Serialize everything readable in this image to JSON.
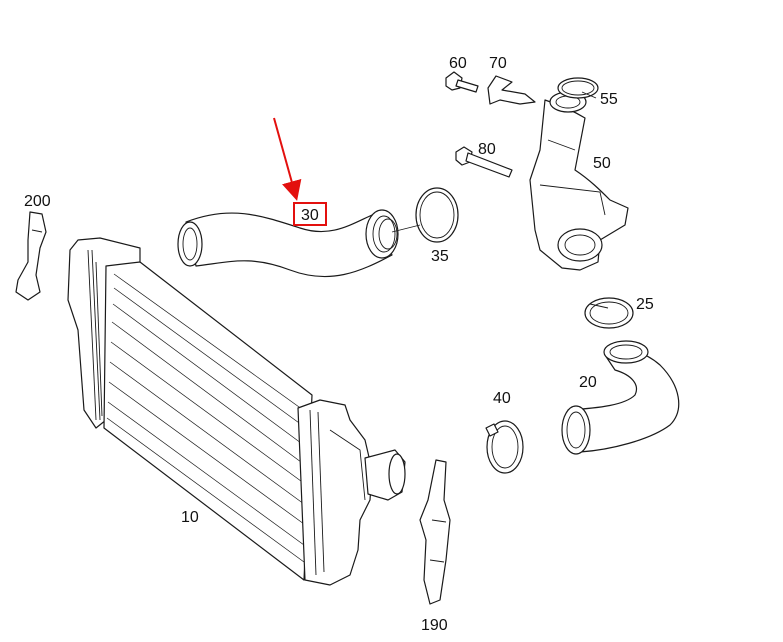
{
  "diagram": {
    "highlight_color": "#e3100e",
    "highlighted_part": "30",
    "callouts": {
      "c10": "10",
      "c20": "20",
      "c25": "25",
      "c30": "30",
      "c35": "35",
      "c40": "40",
      "c50": "50",
      "c55": "55",
      "c60": "60",
      "c70": "70",
      "c80": "80",
      "c190": "190",
      "c200": "200"
    }
  }
}
